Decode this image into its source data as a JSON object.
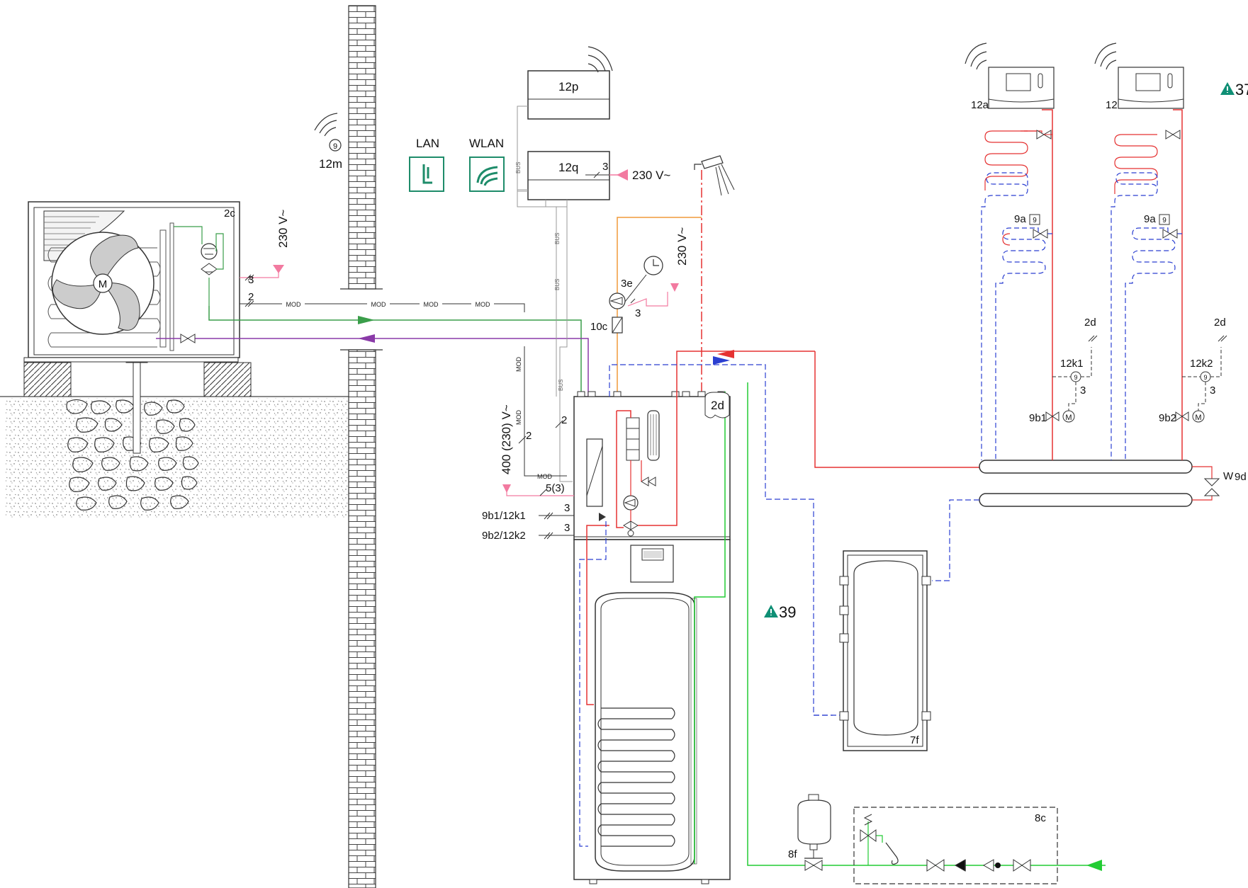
{
  "labels": {
    "outdoor_unit": "2c",
    "sensor_12m": "12m",
    "sensor_glyph": "9",
    "controller_12p": "12p",
    "controller_12q": "12q",
    "lan": "LAN",
    "wlan": "WLAN",
    "supply_12q": "230 V~",
    "supply_outdoor": "230 V~",
    "supply_pump": "230 V~",
    "supply_main": "400 (230) V~",
    "bus": "BUS",
    "mod": "MOD",
    "pump_3e": "3e",
    "valve_10c": "10c",
    "module_2d": "2d",
    "wire_5_3": "5(3)",
    "wire_9b1": "9b1/12k1",
    "wire_9b2": "9b2/12k2",
    "room_12a": "12a",
    "room_12": "12",
    "zone_valve_9a": "9a",
    "valve_9b1": "9b1",
    "valve_9b2": "9b2",
    "relay_12k1": "12k1",
    "relay_12k2": "12k2",
    "link_2d": "2d",
    "bypass_9d": "9d",
    "buffer_7f": "7f",
    "expansion_8f": "8f",
    "group_8c": "8c",
    "note_37": "37",
    "note_39": "39",
    "count_3": "3",
    "count_2": "2",
    "motor": "M"
  },
  "colors": {
    "flow": "#e53232",
    "return": "#2b3fd1",
    "refrigerant_liquid": "#3a9e4a",
    "refrigerant_gas": "#8a3aa8",
    "cold_water": "#22cc33",
    "dhw_circ": "#f09a3a",
    "power": "#f27aa0",
    "bus": "#999999",
    "warning": "#0f8f75",
    "brand": "#1e8c6a"
  },
  "icons": [
    "wifi-icon",
    "lan-icon",
    "wlan-icon",
    "warning-triangle-icon",
    "shower-head-icon",
    "timer-clock-icon",
    "motor-icon",
    "pump-icon",
    "fan-icon"
  ]
}
